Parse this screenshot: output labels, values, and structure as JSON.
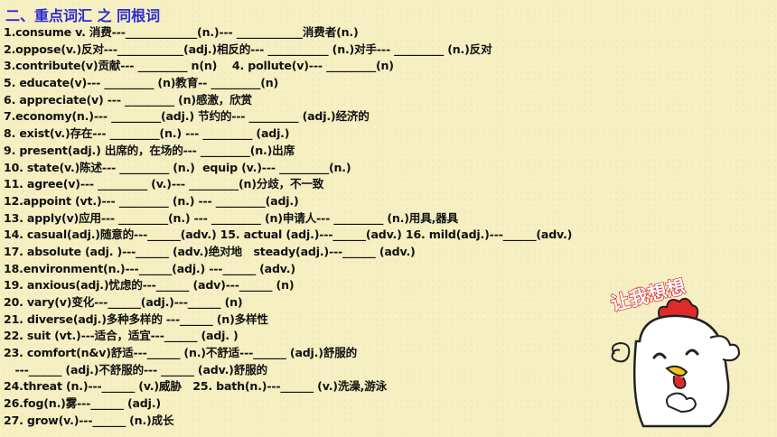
{
  "title": "二、重点词汇   之  同根词",
  "lines": [
    "1.consume v. 消费---_____________(n.)--- ____________消费者(n.)",
    "2.oppose(v.)反对---____________(adj.)相反的--- ___________ (n.)对手--- _________ (n.)反对",
    "3.contribute(v)贡献--- _________ n(n)    4. pollute(v)--- _________(n)",
    "5. educate(v)--- _________ (n)教育-- _________(n)",
    "6. appreciate(v) --- _________ (n)感激，欣赏",
    "7.economy(n.)--- _________(adj.) 节约的--- _________ (adj.)经济的",
    "8. exist(v.)存在--- _________(n.) --- _________ (adj.)",
    "9. present(adj.) 出席的，在场的--- _________(n.)出席",
    "10. state(v.)陈述--- _________ (n.)  equip (v.)--- _________(n.)",
    "11. agree(v)--- _________ (v.)--- _________(n)分歧，不一致",
    "12.appoint (vt.)--- _________ (n.) --- _________(adj.)",
    "13. apply(v)应用--- _________(n.) --- _________ (n)申请人--- _________ (n.)用具,器具",
    "14. casual(adj.)随意的---______(adv.) 15. actual (adj.)---______(adv.) 16. mild(adj.)---______(adv.)",
    "17. absolute (adj. )---______ (adv.)绝对地   steady(adj.)---______ (adv.)",
    "18.environment(n.)---______(adj.) ---______ (adv.)",
    "19. anxious(adj.)忧虑的---______ (adv)---______ (n)",
    "20. vary(v)变化---______(adj.)---______ (n)",
    "21. diverse(adj.)多种多样的 ---______ (n)多样性",
    "22. suit (vt.)---适合，适宜---______ (adj. )",
    "23. comfort(n&v)舒适---______ (n.)不舒适---______ (adj.)舒服的",
    "   ---______ (adj.)不舒服的--- ______ (adv.)舒服的",
    "24.threat (n.)---______ (v.)威胁   25. bath(n.)---______ (v.)洗澡,游泳",
    "26.fog(n.)雾---______ (adj.)",
    "27. grow(v.)---______ (n.)成长"
  ],
  "sticker_text": "让我想想"
}
